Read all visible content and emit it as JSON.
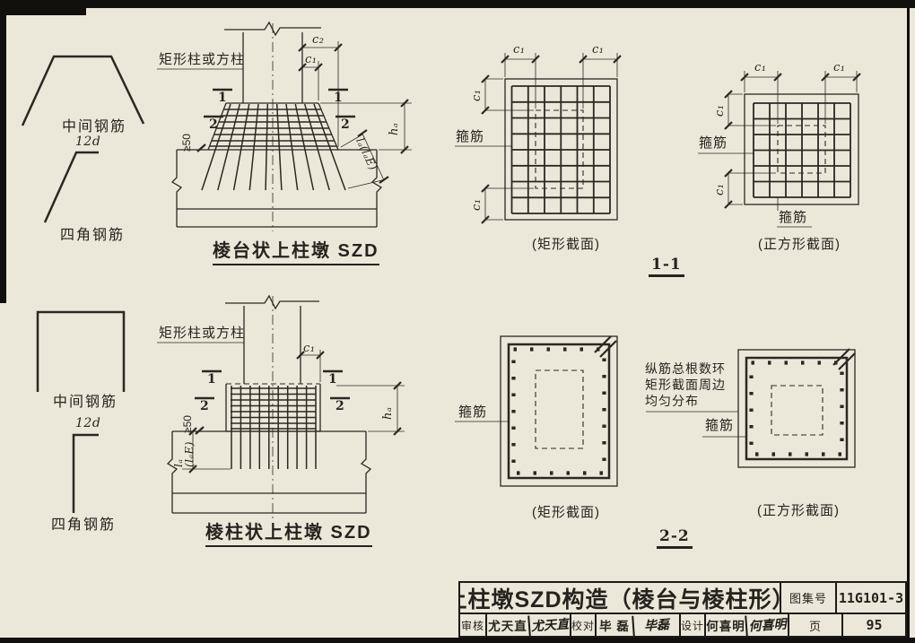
{
  "colors": {
    "paper": "#ece8d9",
    "ink": "#2b2723"
  },
  "legend_top": {
    "middle": "中间钢筋",
    "hook": "12d",
    "corner": "四角钢筋"
  },
  "legend_bottom": {
    "middle": "中间钢筋",
    "hook": "12d",
    "corner": "四角钢筋"
  },
  "pier_trapezoid": {
    "column_label": "矩形柱或方柱",
    "c2": "c₂",
    "c1": "c₁",
    "min50": "≥50",
    "ha": "hₐ",
    "la": "lₐ(lₐE)",
    "mark1": "1",
    "mark2": "2",
    "title": "棱台状上柱墩 SZD"
  },
  "pier_prism": {
    "column_label": "矩形柱或方柱",
    "c1": "c₁",
    "min50": "≥50",
    "ha": "hₐ",
    "la_1": "lₐ",
    "la_2": "(lₐE)",
    "mark1": "1",
    "mark2": "2",
    "title": "棱柱状上柱墩 SZD"
  },
  "section11": {
    "label": "1-1",
    "c1": "c₁",
    "gujin": "箍筋",
    "rect_caption": "(矩形截面)",
    "square_caption": "(正方形截面)"
  },
  "section22": {
    "label": "2-2",
    "gujin": "箍筋",
    "rect_caption": "(矩形截面)",
    "square_caption": "(正方形截面)",
    "note1": "纵筋总根数环",
    "note2": "矩形截面周边",
    "note3": "均匀分布"
  },
  "title_block": {
    "drawing_title": "上柱墩SZD构造（棱台与棱柱形）",
    "atlas_label": "图集号",
    "atlas_no": "11G101-3",
    "page_label": "页",
    "page_no": "95",
    "reviewer_label": "审核",
    "reviewer": "尤天直",
    "reviewer_sig": "尤天直",
    "checker_label": "校对",
    "checker": "毕 磊",
    "checker_sig": "毕磊",
    "designer_label": "设计",
    "designer": "何喜明",
    "designer_sig": "何喜明"
  }
}
